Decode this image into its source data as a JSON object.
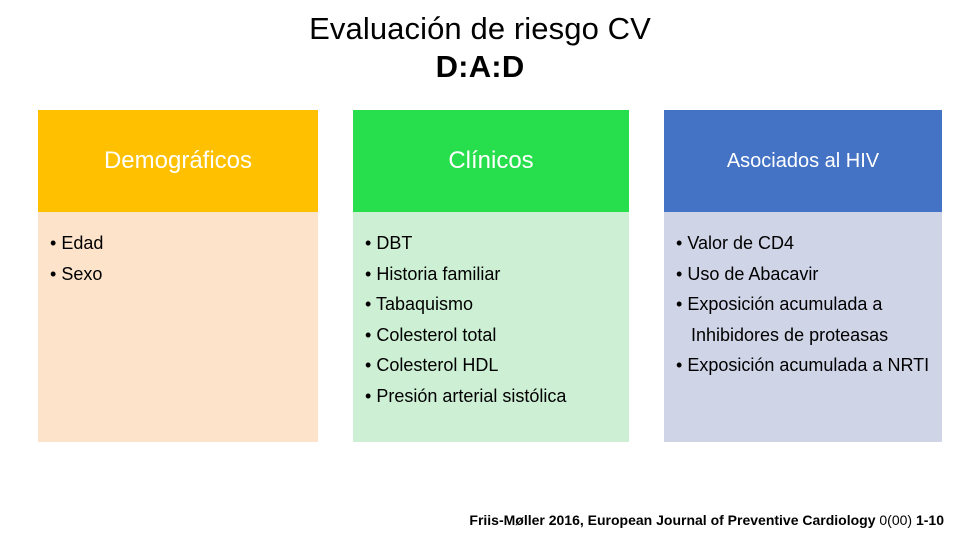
{
  "title": {
    "line1": "Evaluación de riesgo CV",
    "line2": "D:A:D"
  },
  "colors": {
    "column1_header": "#FFC000",
    "column1_body": "#FCE3CA",
    "column2_header": "#27DE4C",
    "column2_body": "#CDEFD3",
    "column3_header": "#4472C4",
    "column3_body": "#CFD4E7",
    "header_text": "#FFFFFF",
    "body_text": "#000000"
  },
  "bullet_glyph": "•",
  "columns": [
    {
      "id": "demograficos",
      "header": "Demográficos",
      "items": [
        "Edad",
        "Sexo"
      ]
    },
    {
      "id": "clinicos",
      "header": "Clínicos",
      "items": [
        "DBT",
        "Historia familiar",
        "Tabaquismo",
        "Colesterol total",
        "Colesterol HDL",
        "Presión arterial sistólica"
      ]
    },
    {
      "id": "asociados-al-hiv",
      "header": "Asociados al HIV",
      "items": [
        "Valor de CD4",
        "Uso de Abacavir",
        "Exposición acumulada a Inhibidores de proteasas",
        "Exposición acumulada a NRTI"
      ]
    }
  ],
  "citation": {
    "part1": "Friis-Møller  2016, European Journal of Preventive Cardiology ",
    "part2": "0(00)",
    "part3": " 1-10"
  }
}
